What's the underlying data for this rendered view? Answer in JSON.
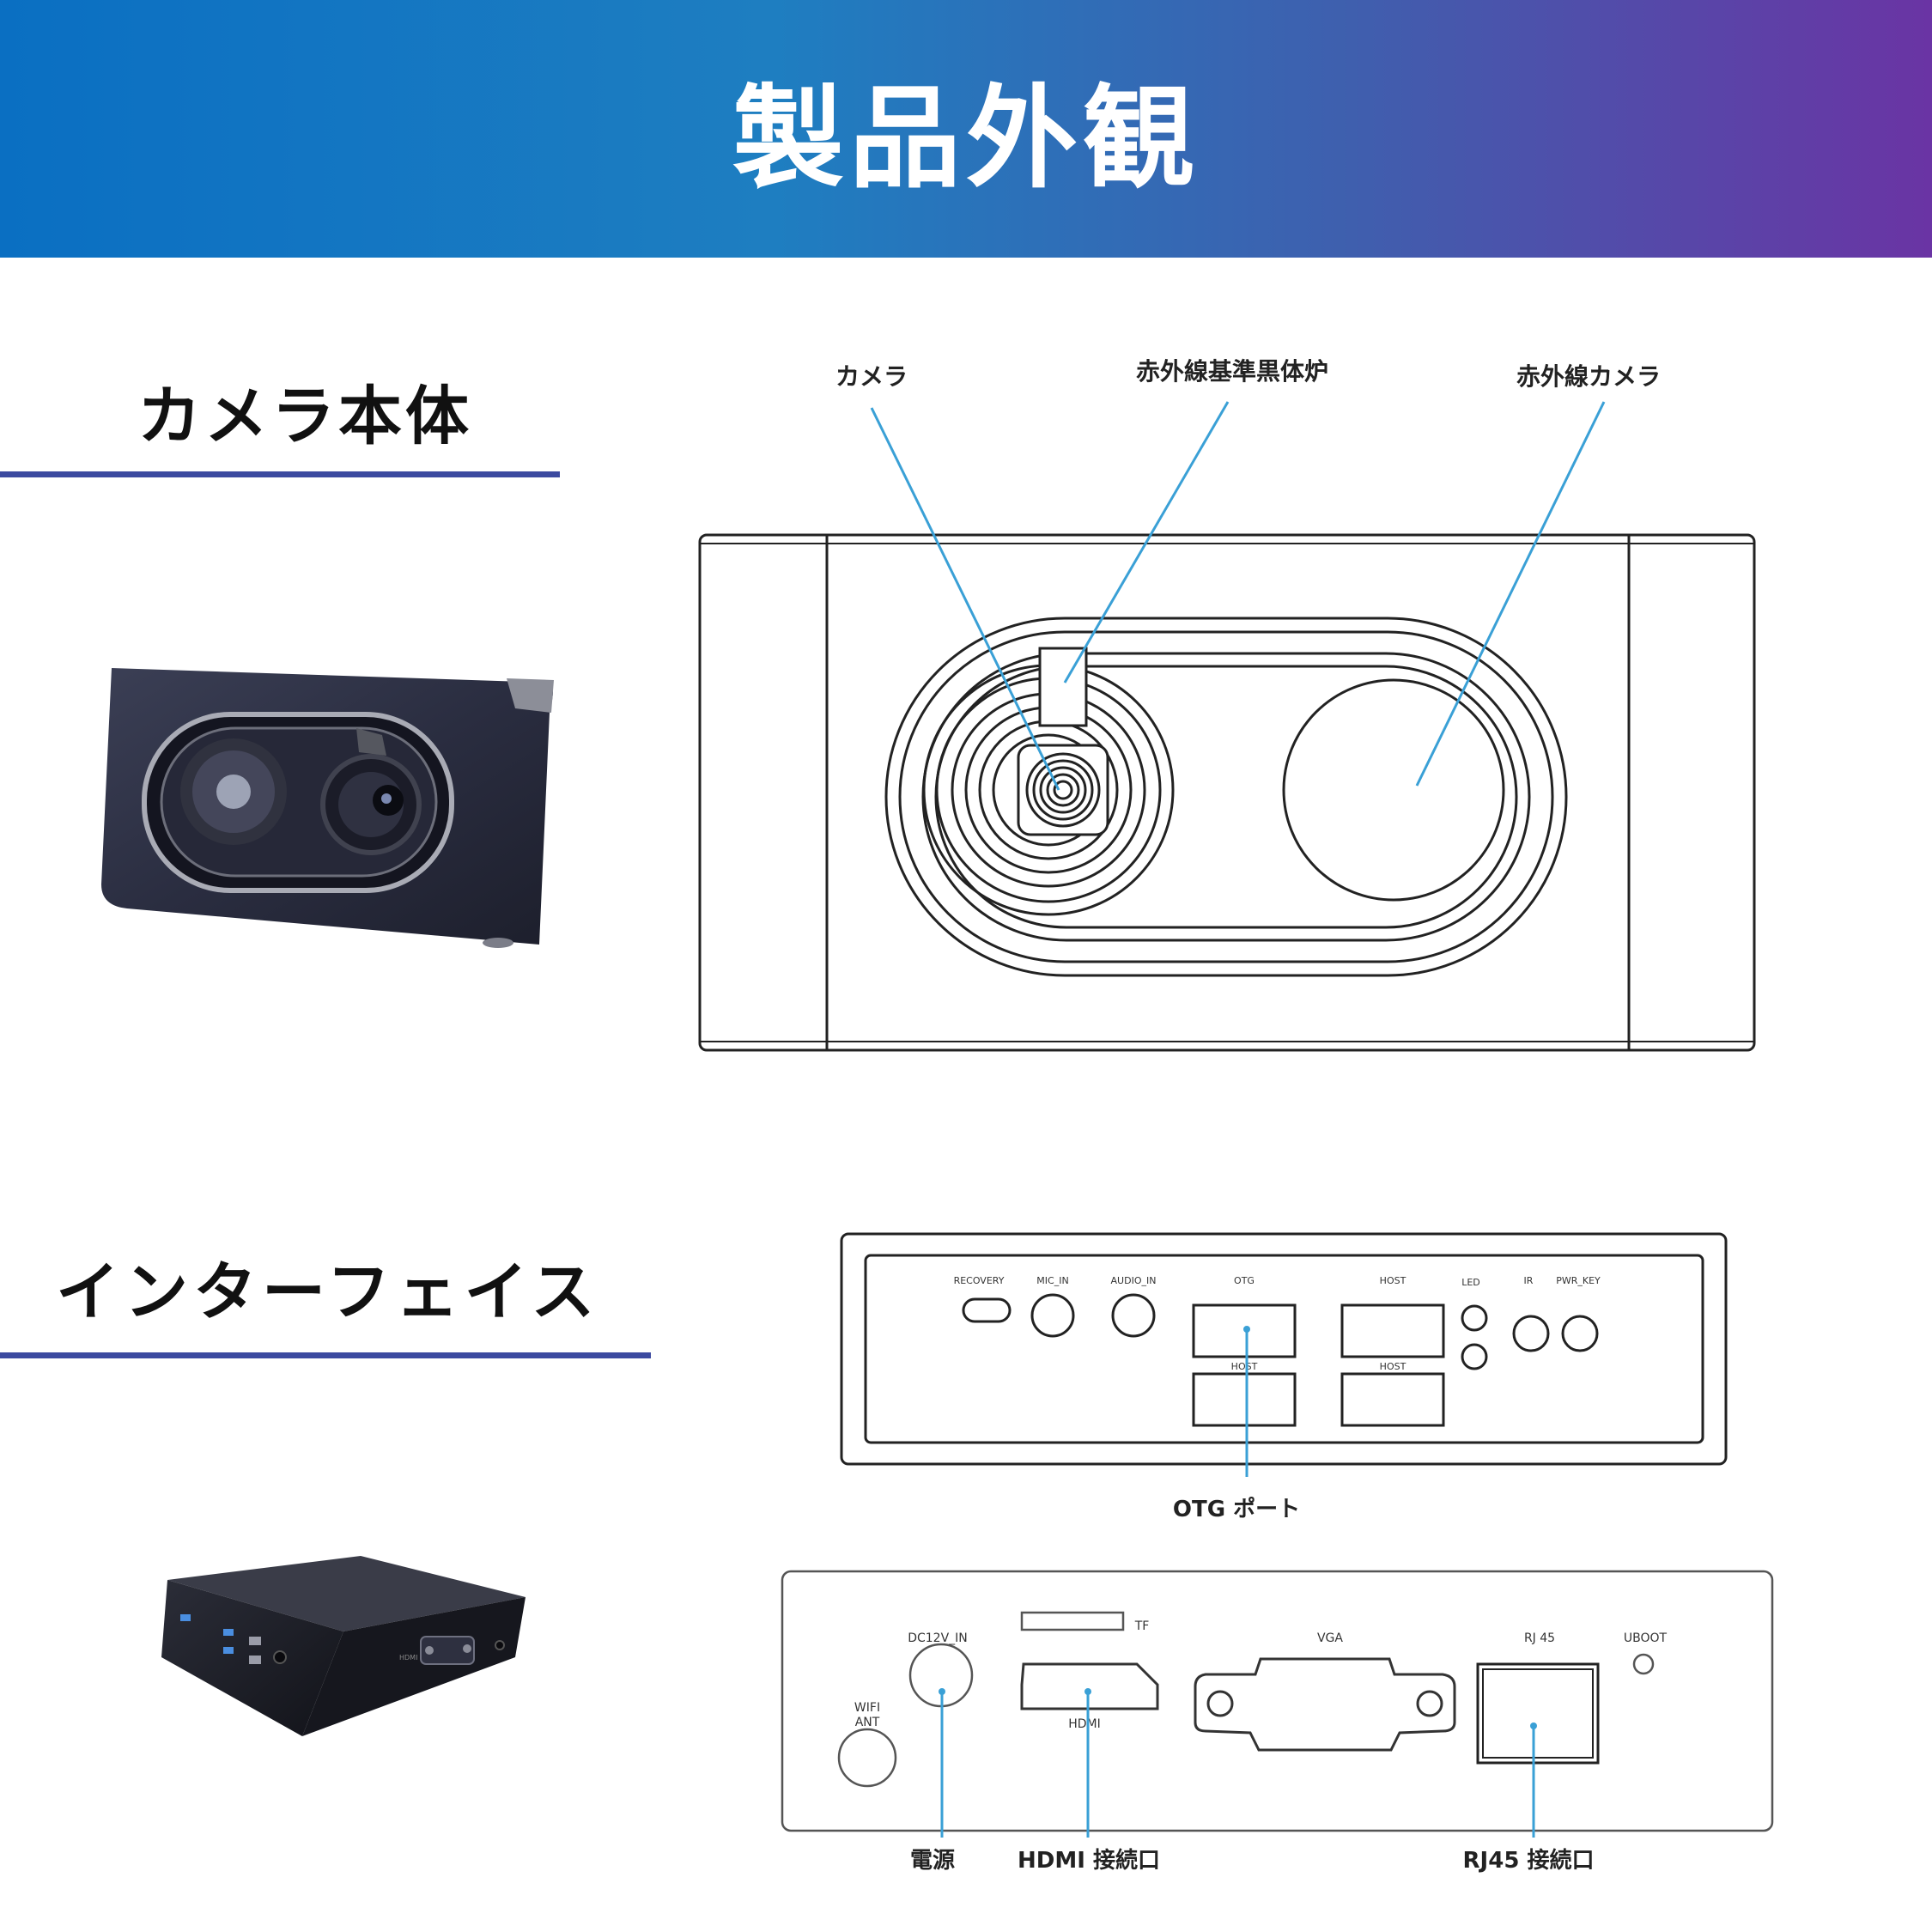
{
  "banner": {
    "title": "製品外観"
  },
  "section_camera": {
    "title": "カメラ本体",
    "callouts": {
      "camera": "カメラ",
      "blackbody": "赤外線基準黒体炉",
      "ir_camera": "赤外線カメラ"
    }
  },
  "section_interface": {
    "title": "インターフェイス",
    "front_panel": {
      "port_labels": {
        "recovery": "RECOVERY",
        "mic_in": "MIC_IN",
        "audio_in": "AUDIO_IN",
        "otg": "OTG",
        "host_top": "HOST",
        "led": "LED",
        "ir": "IR",
        "pwr_key": "PWR_KEY",
        "host_left": "HOST",
        "host_right": "HOST"
      },
      "callout": "OTG ポート"
    },
    "back_panel": {
      "port_labels": {
        "dc_in": "DC12V_IN",
        "tf": "TF",
        "vga": "VGA",
        "rj45": "RJ 45",
        "uboot": "UBOOT",
        "wifi": "WIFI",
        "ant": "ANT",
        "hdmi": "HDMI"
      },
      "callouts": {
        "power": "電源",
        "hdmi": "HDMI 接続口",
        "rj45": "RJ45 接続口"
      }
    },
    "photo_label": "HDMI"
  },
  "colors": {
    "accent_line": "#3c4aa0",
    "callout_line": "#3aa0d6"
  }
}
